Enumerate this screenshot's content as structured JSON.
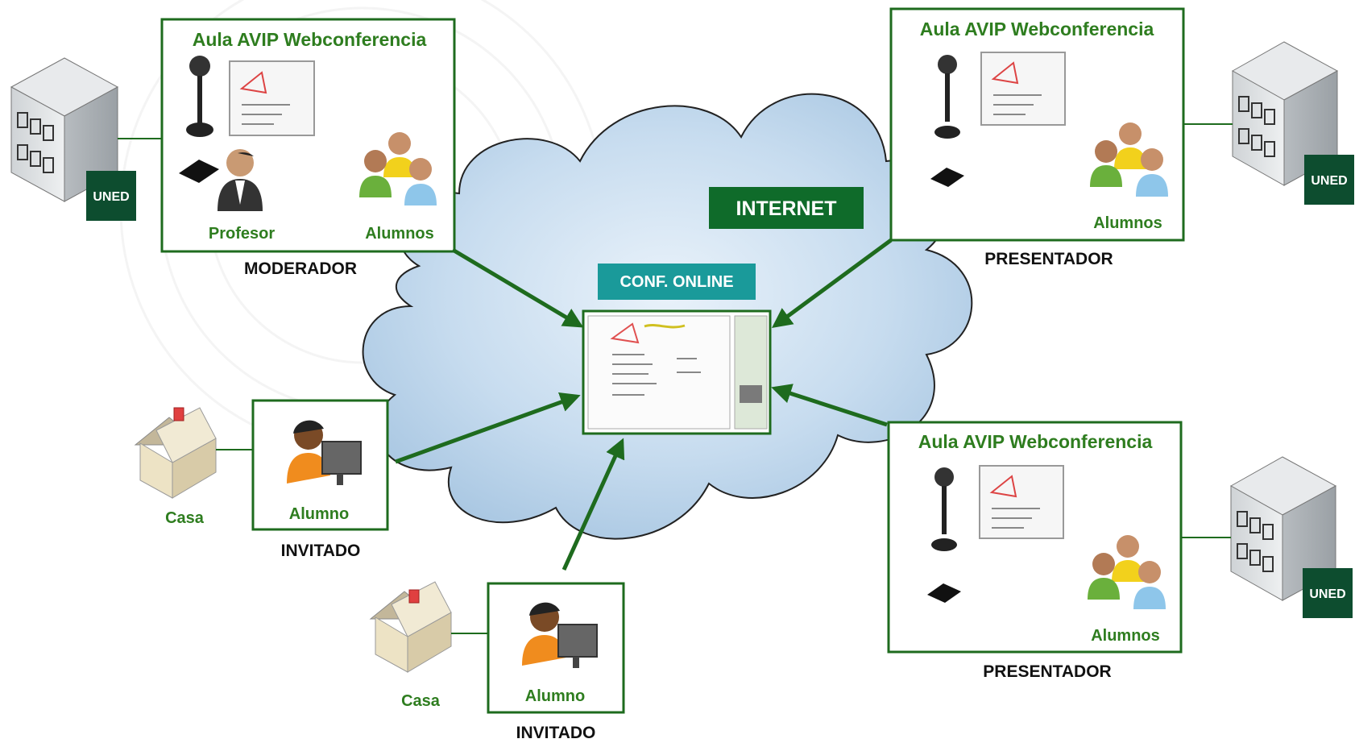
{
  "internet_label": "INTERNET",
  "conf_label": "CONF. ONLINE",
  "moderador": {
    "title": "Aula AVIP Webconferencia",
    "profesor": "Profesor",
    "alumnos": "Alumnos",
    "role": "MODERADOR"
  },
  "presentador_top": {
    "title": "Aula AVIP Webconferencia",
    "alumnos": "Alumnos",
    "role": "PRESENTADOR"
  },
  "presentador_bottom": {
    "title": "Aula AVIP Webconferencia",
    "alumnos": "Alumnos",
    "role": "PRESENTADOR"
  },
  "invitado_1": {
    "alumno": "Alumno",
    "casa": "Casa",
    "role": "INVITADO"
  },
  "invitado_2": {
    "alumno": "Alumno",
    "casa": "Casa",
    "role": "INVITADO"
  },
  "uned_logo_text": "UNED",
  "colors": {
    "green": "#1e6b1e",
    "label_green": "#2e7d1f",
    "dark_green": "#0d4d2f",
    "teal": "#1a9a9a",
    "cloud": "#c9dff0"
  }
}
